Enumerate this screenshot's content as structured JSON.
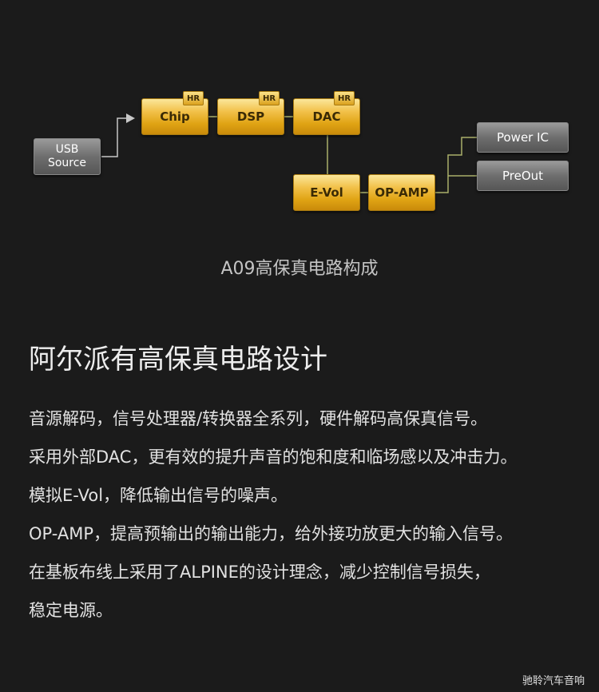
{
  "diagram": {
    "nodes": {
      "usb_source": [
        "USB",
        "Source"
      ],
      "chip": "Chip",
      "dsp": "DSP",
      "dac": "DAC",
      "evol": "E-Vol",
      "opamp": "OP-AMP",
      "power_ic": "Power IC",
      "preout": "PreOut"
    },
    "hr_badge": "HR",
    "colors": {
      "gold": "#f2c14a",
      "grey": "#6e6e6e",
      "line": "#aab06a",
      "arrow": "#c8c8c8"
    }
  },
  "caption": "A09高保真电路构成",
  "heading": "阿尔派有高保真电路设计",
  "body_lines": [
    "音源解码，信号处理器/转换器全系列，硬件解码高保真信号。",
    "采用外部DAC，更有效的提升声音的饱和度和临场感以及冲击力。",
    "模拟E-Vol，降低输出信号的噪声。",
    "OP-AMP，提高预输出的输出能力，给外接功放更大的输入信号。",
    "在基板布线上采用了ALPINE的设计理念，减少控制信号损失，",
    "稳定电源。"
  ],
  "watermark": "驰聆汽车音响"
}
